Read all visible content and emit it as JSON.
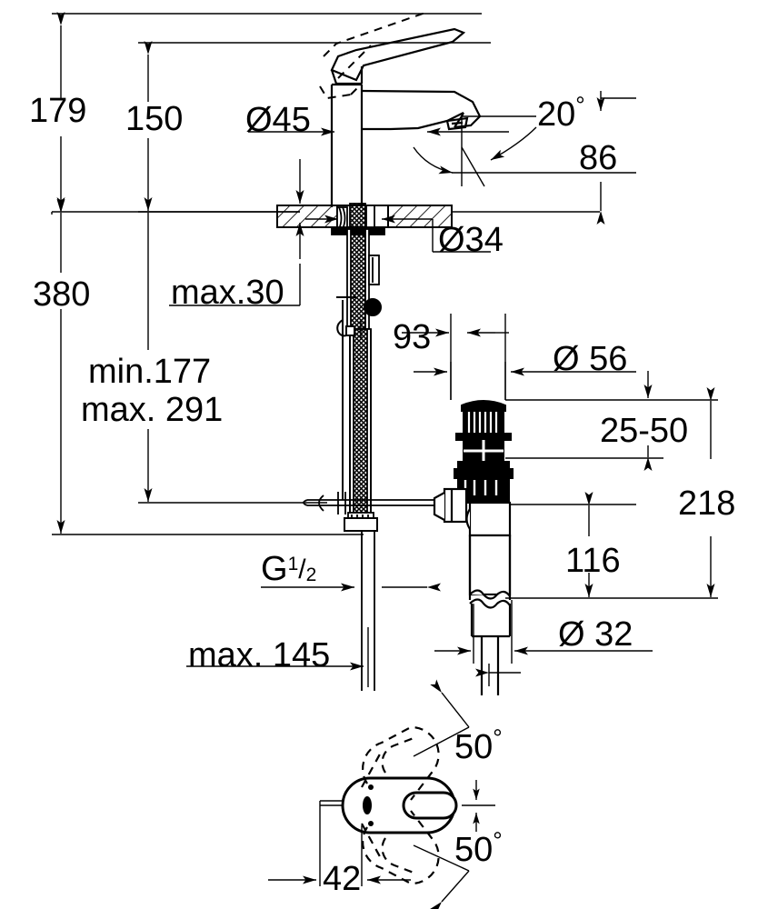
{
  "drawing": {
    "title": "Single-lever basin mixer dimensional drawing",
    "units": "mm",
    "line_color": "#000000",
    "background_color": "#ffffff"
  },
  "dimensions": {
    "height_179": "179",
    "height_150": "150",
    "spout_dia_45": "Ø45",
    "angle_20": "20",
    "degree_symbol": "°",
    "spout_height_86": "86",
    "base_dia_34": "Ø34",
    "total_380": "380",
    "countertop_max_30": "max.30",
    "supply_min_177": "min.177",
    "supply_max_291": "max. 291",
    "offset_93": "93",
    "waste_dia_56": "Ø 56",
    "thickness_25_50": "25-50",
    "waste_total_218": "218",
    "waste_116": "116",
    "tail_dia_32": "Ø 32",
    "thread_G": "G",
    "thread_num": "1",
    "thread_slash": "/",
    "thread_den": "2",
    "rod_max_145": "max. 145",
    "plan_swivel_upper": "50",
    "plan_swivel_lower": "50",
    "plan_offset_42": "42"
  },
  "views": {
    "elevation_label": "front-elevation-view",
    "plan_label": "top-plan-view"
  },
  "parts": {
    "lever_handle": "lever-handle",
    "handle_open_ghost": "handle-open-position-ghost",
    "mixer_body": "mixer-body",
    "spout": "spout",
    "aerator": "aerator",
    "countertop": "countertop-section",
    "shank": "threaded-shank",
    "flexible_hose": "flexible-supply-hose",
    "lift_rod": "pop-up-lift-rod",
    "pull_rod": "horizontal-pull-rod",
    "waste_head": "pop-up-waste-head",
    "waste_body": "waste-body",
    "tailpipe": "waste-tailpipe",
    "plan_spout": "plan-view-spout",
    "plan_ghost_upper": "plan-swivel-ghost-upper",
    "plan_ghost_lower": "plan-swivel-ghost-lower"
  }
}
